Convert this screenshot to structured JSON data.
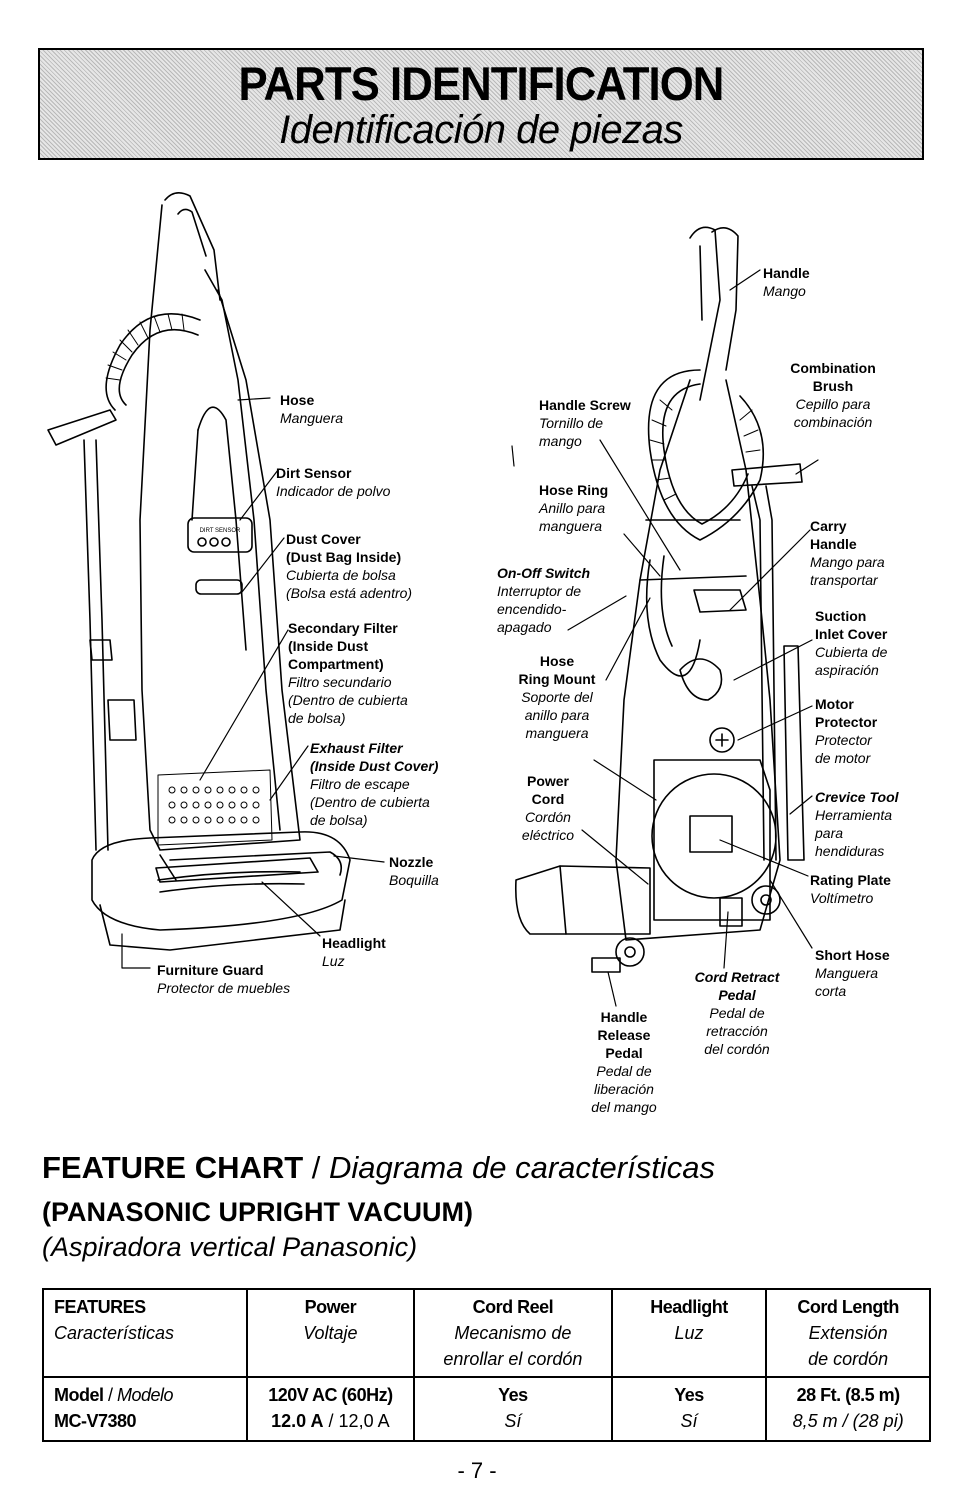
{
  "header": {
    "title": "PARTS IDENTIFICATION",
    "subtitle": "Identificación de piezas"
  },
  "left_labels": {
    "hose": {
      "en": "Hose",
      "es": "Manguera"
    },
    "dirt_sensor": {
      "en": "Dirt Sensor",
      "es": "Indicador de polvo"
    },
    "dust_cover": {
      "en1": "Dust Cover",
      "en2": "(Dust Bag Inside)",
      "es1": "Cubierta de bolsa",
      "es2": "(Bolsa está adentro)"
    },
    "secondary_filter": {
      "en1": "Secondary Filter",
      "en2": "(Inside Dust",
      "en3": "Compartment)",
      "es1": "Filtro secundario",
      "es2": "(Dentro de cubierta",
      "es3": "de bolsa)"
    },
    "exhaust_filter": {
      "en1": "Exhaust Filter",
      "en2": "(Inside Dust Cover)",
      "es1": "Filtro de escape",
      "es2": "(Dentro de cubierta",
      "es3": "de bolsa)"
    },
    "nozzle": {
      "en": "Nozzle",
      "es": "Boquilla"
    },
    "headlight": {
      "en": "Headlight",
      "es": "Luz"
    },
    "furniture_guard": {
      "en": "Furniture Guard",
      "es": "Protector de muebles"
    },
    "sensor_text": "DIRT SENSOR"
  },
  "right_labels": {
    "handle": {
      "en": "Handle",
      "es": "Mango"
    },
    "combination_brush": {
      "en1": "Combination",
      "en2": "Brush",
      "es1": "Cepillo para",
      "es2": "combinación"
    },
    "handle_screw": {
      "en": "Handle Screw",
      "es1": "Tornillo de",
      "es2": "mango"
    },
    "hose_ring": {
      "en": "Hose Ring",
      "es1": "Anillo para",
      "es2": "manguera"
    },
    "on_off_switch": {
      "en": "On-Off Switch",
      "es1": "Interruptor de",
      "es2": "encendido-",
      "es3": "apagado"
    },
    "carry_handle": {
      "en1": "Carry",
      "en2": "Handle",
      "es1": "Mango para",
      "es2": "transportar"
    },
    "suction_inlet_cover": {
      "en1": "Suction",
      "en2": "Inlet Cover",
      "es1": "Cubierta de",
      "es2": "aspiración"
    },
    "hose_ring_mount": {
      "en1": "Hose",
      "en2": "Ring Mount",
      "es1": "Soporte del",
      "es2": "anillo para",
      "es3": "manguera"
    },
    "motor_protector": {
      "en1": "Motor",
      "en2": "Protector",
      "es1": "Protector",
      "es2": "de motor"
    },
    "power_cord": {
      "en1": "Power",
      "en2": "Cord",
      "es1": "Cordón",
      "es2": "eléctrico"
    },
    "crevice_tool": {
      "en": "Crevice Tool",
      "es1": "Herramienta",
      "es2": "para",
      "es3": "hendiduras"
    },
    "rating_plate": {
      "en": "Rating Plate",
      "es": "Voltímetro"
    },
    "short_hose": {
      "en": "Short Hose",
      "es1": "Manguera",
      "es2": "corta"
    },
    "cord_retract_pedal": {
      "en1": "Cord Retract",
      "en2": "Pedal",
      "es1": "Pedal de",
      "es2": "retracción",
      "es3": "del cordón"
    },
    "handle_release_pedal": {
      "en1": "Handle",
      "en2": "Release",
      "en3": "Pedal",
      "es1": "Pedal de",
      "es2": "liberación",
      "es3": "del mango"
    }
  },
  "feature_chart": {
    "title": "FEATURE CHART",
    "title_sep": " / ",
    "title_es": "Diagrama de características",
    "subtitle": "(PANASONIC UPRIGHT VACUUM)",
    "subtitle_es": "(Aspiradora vertical Panasonic)",
    "headers": [
      {
        "en": "FEATURES",
        "es": "Características"
      },
      {
        "en": "Power",
        "es": "Voltaje"
      },
      {
        "en": "Cord Reel",
        "es1": "Mecanismo de",
        "es2": "enrollar el cordón"
      },
      {
        "en": "Headlight",
        "es": "Luz"
      },
      {
        "en": "Cord Length",
        "es1": "Extensión",
        "es2": "de cordón"
      }
    ],
    "row": {
      "model_label": "Model",
      "model_sep": " / ",
      "model_label_es": "Modelo",
      "model_number": "MC-V7380",
      "power1": "120V AC (60Hz)",
      "power2_en": "12.0 A",
      "power2_sep": " / ",
      "power2_es": "12,0 A",
      "cord_reel_en": "Yes",
      "cord_reel_es": "Sí",
      "headlight_en": "Yes",
      "headlight_es": "Sí",
      "cord_length_en": "28 Ft. (8.5 m)",
      "cord_length_es": "8,5 m / (28 pi)"
    }
  },
  "page_number": "- 7 -"
}
